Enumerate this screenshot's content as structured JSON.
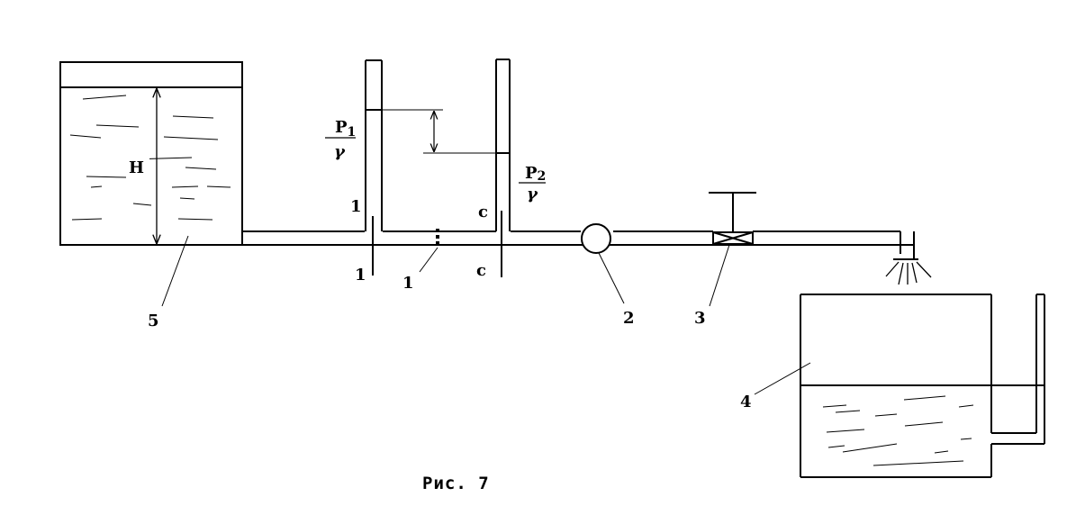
{
  "diagram": {
    "labels": {
      "tank_level": "H",
      "p1_num": "P",
      "p1_sub": "1",
      "p1_den": "γ",
      "p2_num": "P",
      "p2_sub": "2",
      "p2_den": "γ",
      "section_1_top": "1",
      "section_1_bottom": "1",
      "section_c_top": "c",
      "section_c_bottom": "c",
      "orifice": "1",
      "pump": "2",
      "valve": "3",
      "receiver_tank": "4",
      "supply_tank": "5"
    },
    "caption": "Рис. 7"
  },
  "colors": {
    "ink": "#000000",
    "paper": "#ffffff"
  }
}
